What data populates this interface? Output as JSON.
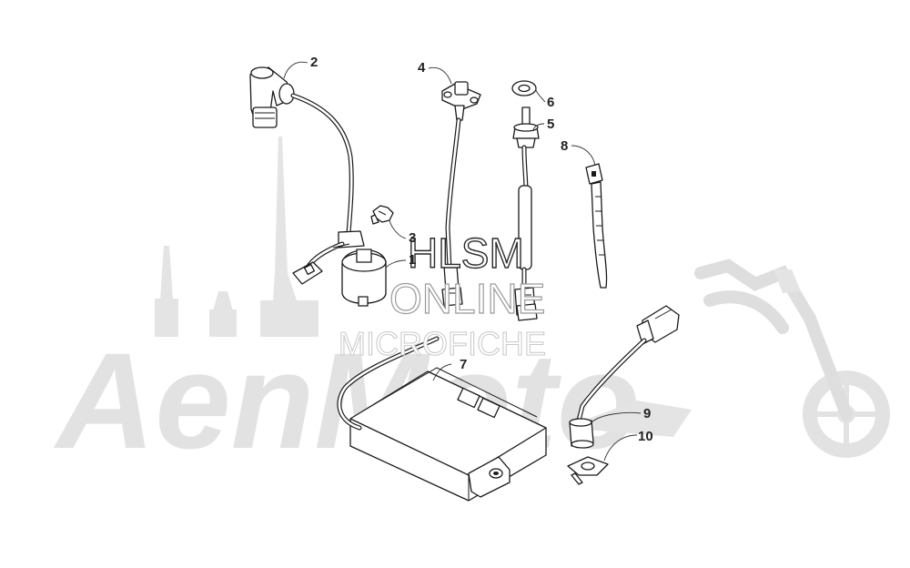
{
  "watermark": {
    "brand": "AenMoto",
    "line1": "HLSM",
    "line2": "ONLINE",
    "line3": "MICROFICHE"
  },
  "callouts": [
    {
      "id": "1",
      "label": "1"
    },
    {
      "id": "2",
      "label": "2"
    },
    {
      "id": "3",
      "label": "3"
    },
    {
      "id": "4",
      "label": "4"
    },
    {
      "id": "5",
      "label": "5"
    },
    {
      "id": "6",
      "label": "6"
    },
    {
      "id": "7",
      "label": "7"
    },
    {
      "id": "8",
      "label": "8"
    },
    {
      "id": "9",
      "label": "9"
    },
    {
      "id": "10",
      "label": "10"
    }
  ],
  "parts": [
    {
      "callout": "1",
      "icon": "ignition-coil-icon"
    },
    {
      "callout": "2",
      "icon": "spark-plug-cap-icon"
    },
    {
      "callout": "3",
      "icon": "wire-clip-icon"
    },
    {
      "callout": "4",
      "icon": "sensor-with-lead-icon"
    },
    {
      "callout": "5",
      "icon": "temperature-sensor-icon"
    },
    {
      "callout": "6",
      "icon": "o-ring-icon"
    },
    {
      "callout": "7",
      "icon": "cdi-module-icon"
    },
    {
      "callout": "8",
      "icon": "cable-tie-icon"
    },
    {
      "callout": "9",
      "icon": "knock-sensor-icon"
    },
    {
      "callout": "10",
      "icon": "bracket-icon"
    }
  ],
  "colors": {
    "background": "#ffffff",
    "line_art": "#1a1a1a",
    "watermark": "#e2e2e2"
  }
}
